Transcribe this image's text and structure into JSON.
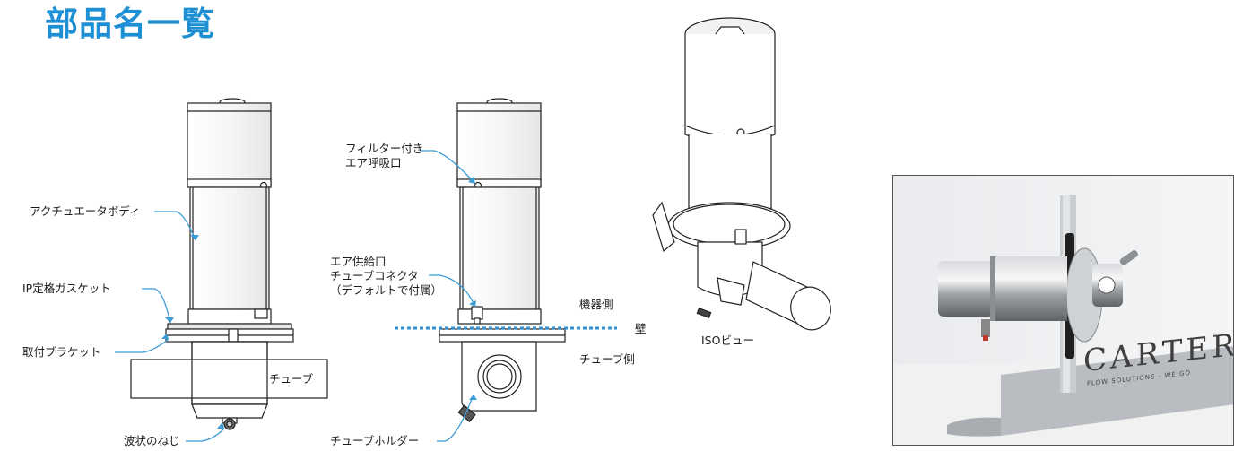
{
  "title": "部品名一覧",
  "labels": {
    "actuator_body": "アクチュエータボディ",
    "ip_gasket": "IP定格ガスケット",
    "mounting_bracket": "取付ブラケット",
    "tube": "チューブ",
    "wave_screw": "波状のねじ",
    "filter_breather": "フィルター付き\nエア呼吸口",
    "air_supply": "エア供給口\nチューブコネクタ\n（デフォルトで付属）",
    "equipment_side": "機器側",
    "wall": "壁",
    "tube_side": "チューブ側",
    "tube_holder": "チューブホルダー",
    "iso_view": "ISOビュー"
  },
  "photo": {
    "brand_text": "CARTER",
    "tagline": "FLOW SOLUTIONS - WE GO"
  },
  "colors": {
    "title": "#1d8fd4",
    "leader": "#3a9bd6",
    "wall_line": "#2f8fd0",
    "drawing": "#222222"
  },
  "icons": {
    "arrow": "leader-arrow-icon"
  }
}
